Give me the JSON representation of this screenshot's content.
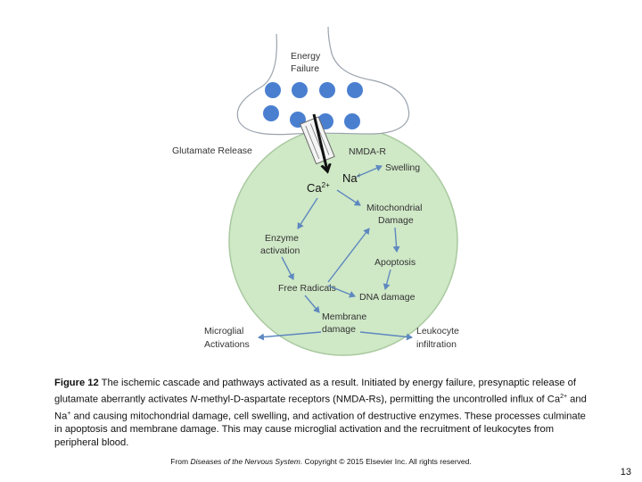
{
  "diagram": {
    "labels": {
      "energy_failure_1": "Energy",
      "energy_failure_2": "Failure",
      "glutamate_release": "Glutamate Release",
      "nmda_r": "NMDA-R",
      "swelling": "Swelling",
      "ca": "Ca",
      "ca_sup": "2+",
      "na": "Na",
      "na_sup": "+",
      "mito_1": "Mitochondrial",
      "mito_2": "Damage",
      "enzyme_1": "Enzyme",
      "enzyme_2": "activation",
      "apoptosis": "Apoptosis",
      "free_radicals": "Free Radicals",
      "dna_damage": "DNA damage",
      "membrane_1": "Membrane",
      "membrane_2": "damage",
      "microglial_1": "Microglial",
      "microglial_2": "Activations",
      "leukocyte_1": "Leukocyte",
      "leukocyte_2": "infiltration"
    },
    "colors": {
      "cell_fill": "#cfe8c6",
      "cell_stroke": "#a9c9a0",
      "vesicle": "#4a7fd0",
      "arrow": "#5e88bf",
      "terminal_stroke": "#9aa3ad"
    }
  },
  "caption": {
    "label": "Figure 12",
    "text_1": " The ischemic cascade and pathways activated as a result. Initiated by energy failure, presynaptic release of glutamate aberrantly activates ",
    "italic_n": "N",
    "text_2": "-methyl-D-aspartate receptors (NMDA-Rs), permitting the uncontrolled influx of Ca",
    "sup_ca": "2+",
    "text_3": " and Na",
    "sup_na": "+",
    "text_4": " and causing mitochondrial damage, cell swelling, and activation of destructive enzymes. These processes culminate in apoptosis and membrane damage. This may cause microglial activation and the recruitment of leukocytes from peripheral blood."
  },
  "credit": {
    "prefix": "From ",
    "book": "Diseases of the Nervous System",
    "suffix": ". Copyright © 2015 Elsevier Inc. All rights reserved."
  },
  "page_number": "13"
}
